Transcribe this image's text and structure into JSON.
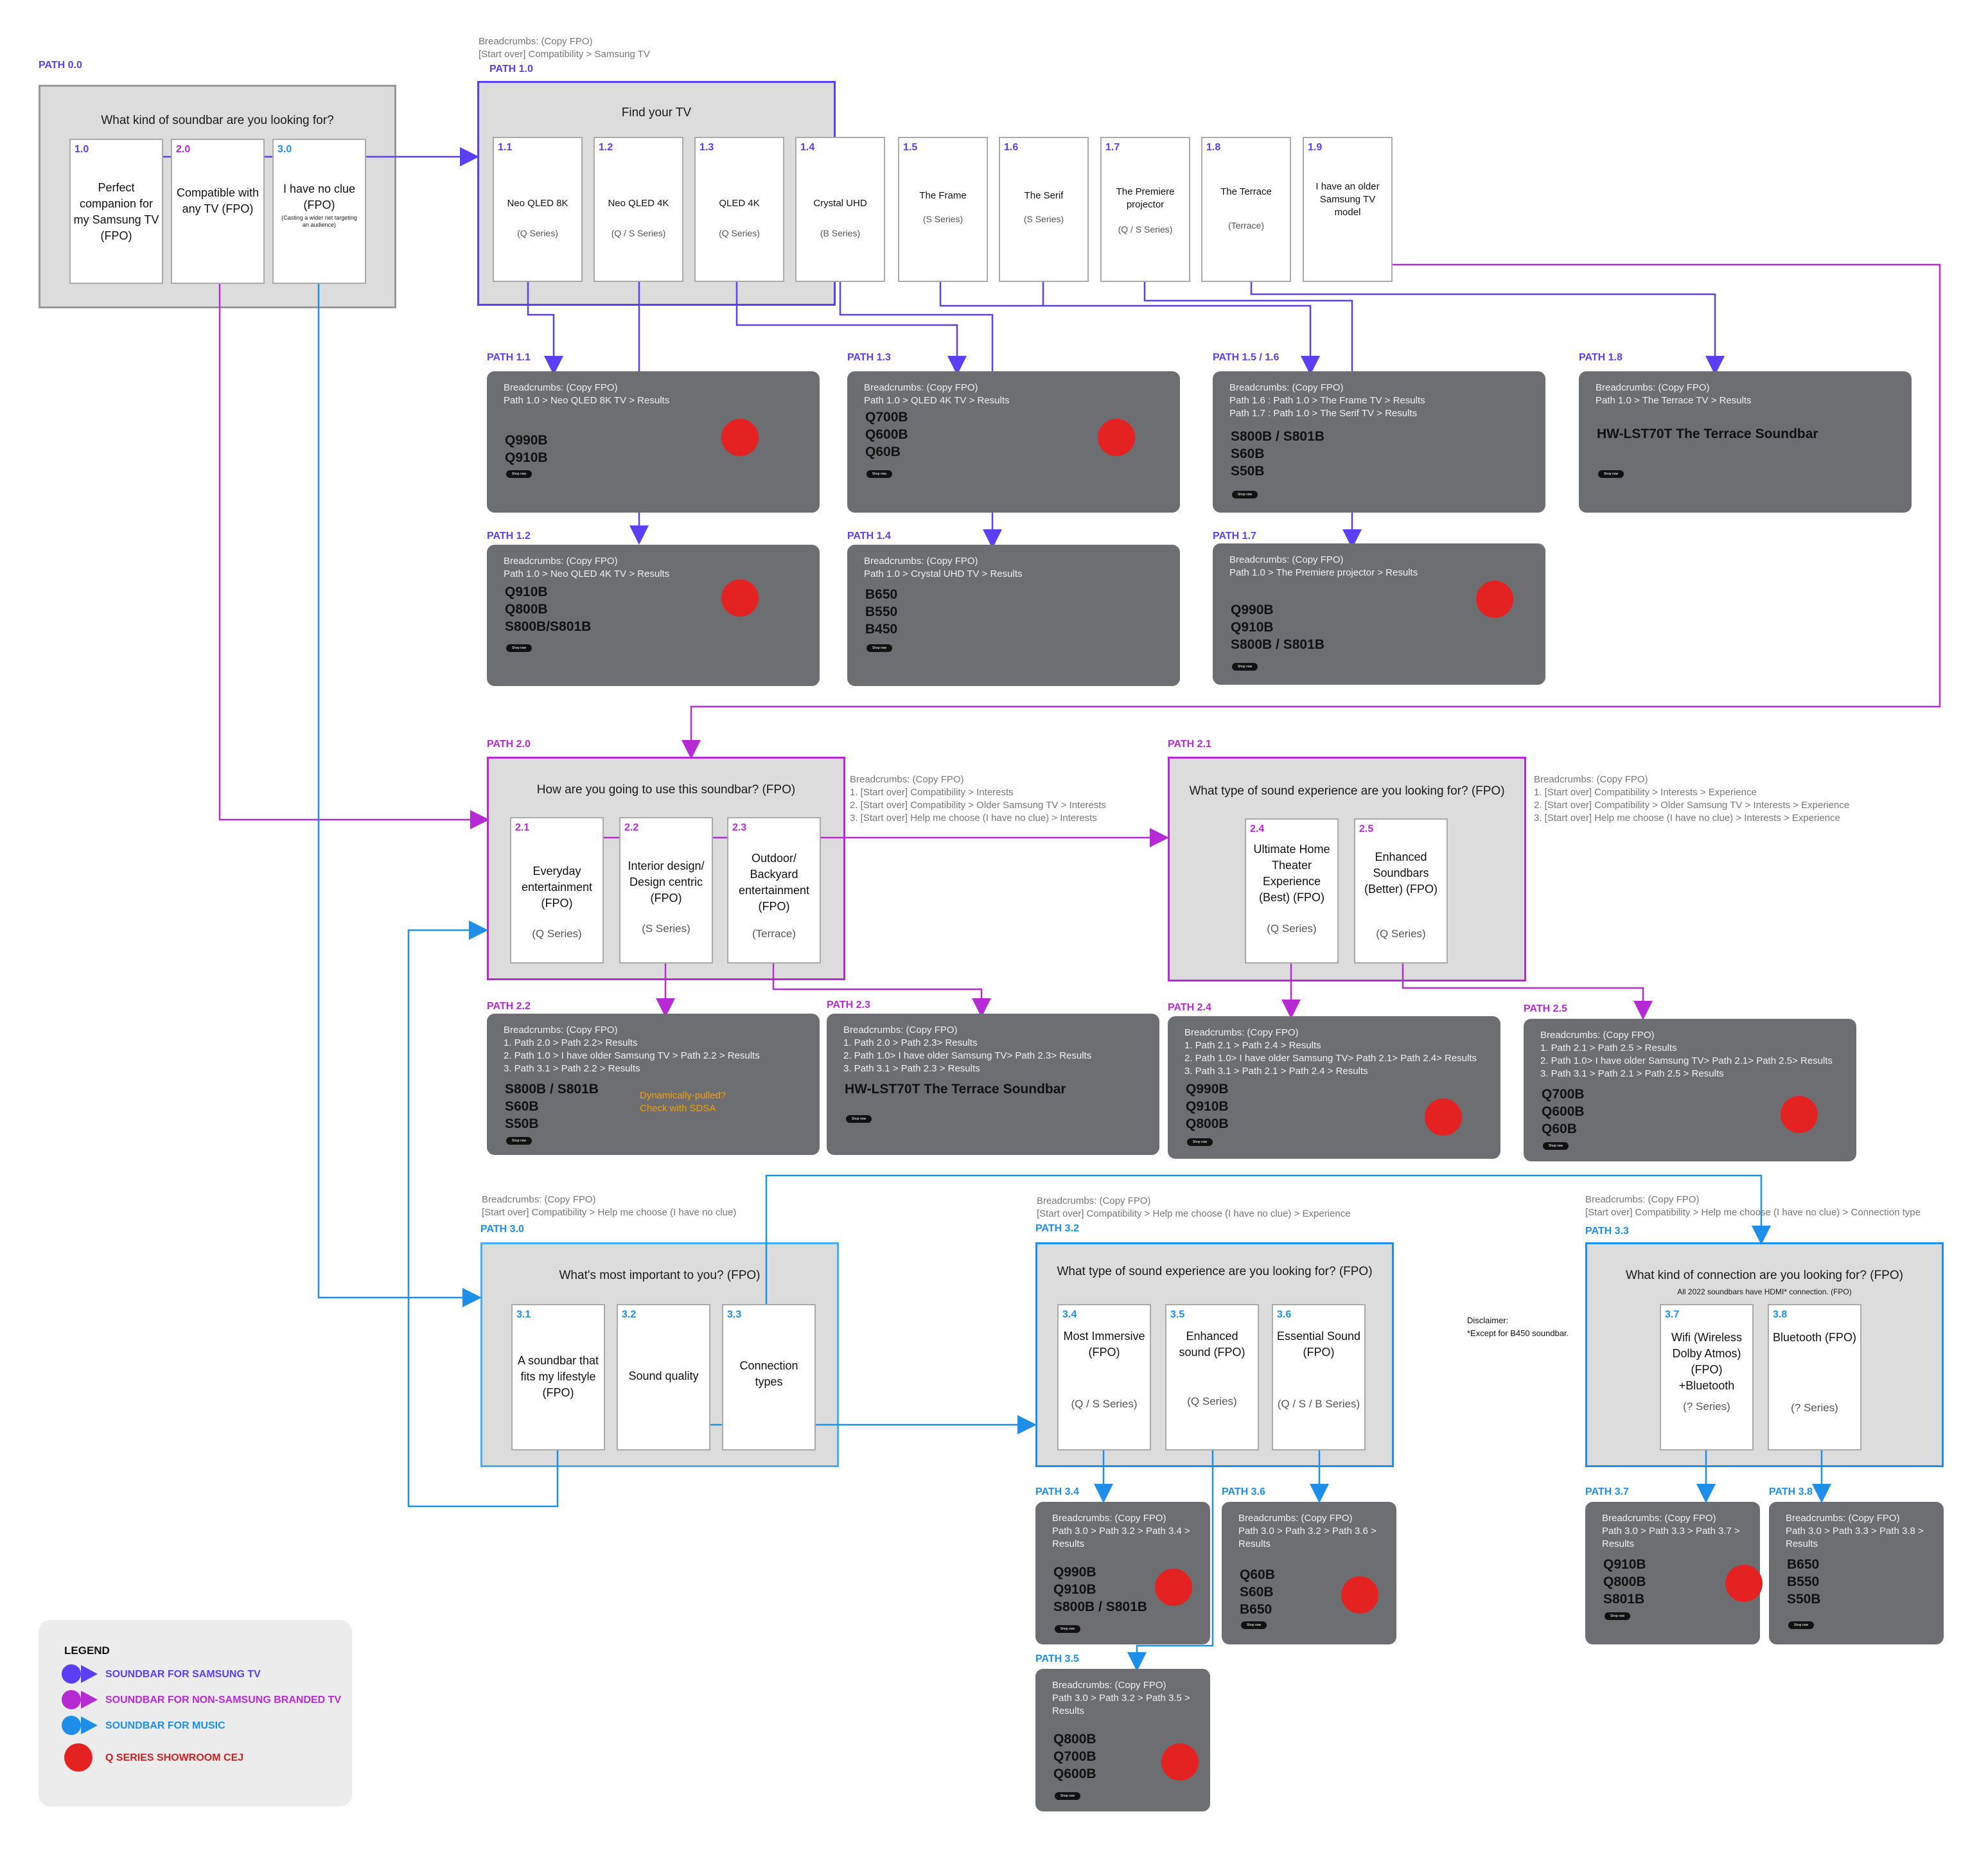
{
  "page_label": "PATH 0.0",
  "q0": {
    "title": "What kind of soundbar are you looking for?",
    "cards": [
      {
        "num": "1.0",
        "label": "Perfect companion for my Samsung TV (FPO)"
      },
      {
        "num": "2.0",
        "label": "Compatible with any TV (FPO)"
      },
      {
        "num": "3.0",
        "label": "I have no clue (FPO)",
        "note": "(Casting a wider net targeting an audience)"
      }
    ]
  },
  "q1": {
    "crumb1": "Breadcrumbs: (Copy FPO)",
    "crumb2": "[Start over] Compatibility > Samsung TV",
    "path": "PATH 1.0",
    "title": "Find your TV",
    "cards": [
      {
        "num": "1.1",
        "label": "Neo QLED 8K",
        "sub": "(Q Series)"
      },
      {
        "num": "1.2",
        "label": "Neo QLED 4K",
        "sub": "(Q / S Series)"
      },
      {
        "num": "1.3",
        "label": "QLED 4K",
        "sub": "(Q Series)"
      },
      {
        "num": "1.4",
        "label": "Crystal UHD",
        "sub": "(B Series)"
      },
      {
        "num": "1.5",
        "label": "The Frame",
        "sub": "(S Series)"
      },
      {
        "num": "1.6",
        "label": "The Serif",
        "sub": "(S Series)"
      },
      {
        "num": "1.7",
        "label": "The Premiere projector",
        "sub": "(Q / S Series)"
      },
      {
        "num": "1.8",
        "label": "The Terrace",
        "sub": "(Terrace)"
      },
      {
        "num": "1.9",
        "label": "I have an older Samsung TV model",
        "sub": ""
      }
    ]
  },
  "results": [
    {
      "path": "PATH 1.1",
      "bc": [
        "Breadcrumbs: (Copy FPO)",
        "Path 1.0 > Neo QLED 8K TV > Results"
      ],
      "products": [
        "Q990B",
        "Q910B"
      ],
      "dot": true
    },
    {
      "path": "PATH 1.3",
      "bc": [
        "Breadcrumbs: (Copy FPO)",
        "Path 1.0 > QLED 4K TV > Results"
      ],
      "products": [
        "Q700B",
        "Q600B",
        "Q60B"
      ],
      "dot": true
    },
    {
      "path": "PATH 1.5 / 1.6",
      "bc": [
        "Breadcrumbs: (Copy FPO)",
        "Path 1.6 : Path 1.0 > The Frame TV > Results",
        "Path 1.7 : Path 1.0 > The Serif TV > Results"
      ],
      "products": [
        "S800B / S801B",
        "S60B",
        "S50B"
      ],
      "dot": false
    },
    {
      "path": "PATH 1.8",
      "bc": [
        "Breadcrumbs: (Copy FPO)",
        "Path 1.0 > The Terrace TV > Results"
      ],
      "products": [
        "HW-LST70T The Terrace Soundbar"
      ],
      "dot": false
    },
    {
      "path": "PATH 1.2",
      "bc": [
        "Breadcrumbs: (Copy FPO)",
        "Path 1.0 > Neo QLED 4K TV > Results"
      ],
      "products": [
        "Q910B",
        "Q800B",
        "S800B/S801B"
      ],
      "dot": true
    },
    {
      "path": "PATH 1.4",
      "bc": [
        "Breadcrumbs: (Copy FPO)",
        "Path 1.0 > Crystal UHD TV > Results"
      ],
      "products": [
        "B650",
        "B550",
        "B450"
      ],
      "dot": false
    },
    {
      "path": "PATH 1.7",
      "bc": [
        "Breadcrumbs: (Copy FPO)",
        "Path 1.0 > The Premiere projector > Results"
      ],
      "products": [
        "Q990B",
        "Q910B",
        "S800B / S801B"
      ],
      "dot": true
    },
    {
      "path": "PATH 2.2",
      "bc": [
        "Breadcrumbs: (Copy FPO)",
        "1. Path 2.0 > Path 2.2> Results",
        "2. Path 1.0 > I have older Samsung TV > Path 2.2 > Results",
        "3. Path 3.1 > Path 2.2 > Results"
      ],
      "products": [
        "S800B / S801B",
        "S60B",
        "S50B"
      ],
      "dot": false
    },
    {
      "path": "PATH 2.3",
      "bc": [
        "Breadcrumbs: (Copy FPO)",
        "1. Path 2.0 > Path 2.3> Results",
        "2. Path 1.0> I have older Samsung TV> Path 2.3> Results",
        "3. Path 3.1 > Path 2.3 > Results"
      ],
      "products": [
        "HW-LST70T The Terrace Soundbar"
      ],
      "dot": false
    },
    {
      "path": "PATH 2.4",
      "bc": [
        "Breadcrumbs: (Copy FPO)",
        "1. Path 2.1 > Path 2.4 > Results",
        "2. Path 1.0> I have older Samsung TV> Path 2.1> Path 2.4> Results",
        "3. Path 3.1 > Path 2.1 > Path 2.4 > Results"
      ],
      "products": [
        "Q990B",
        "Q910B",
        "Q800B"
      ],
      "dot": true
    },
    {
      "path": "PATH 2.5",
      "bc": [
        "Breadcrumbs: (Copy FPO)",
        "1. Path 2.1 > Path 2.5 > Results",
        "2. Path 1.0> I have older Samsung TV> Path 2.1> Path 2.5> Results",
        "3. Path 3.1 > Path 2.1 > Path 2.5 > Results"
      ],
      "products": [
        "Q700B",
        "Q600B",
        "Q60B"
      ],
      "dot": true
    },
    {
      "path": "PATH 3.4",
      "bc": [
        "Breadcrumbs: (Copy FPO)",
        "Path 3.0 > Path 3.2 > Path 3.4 >",
        "Results"
      ],
      "products": [
        "Q990B",
        "Q910B",
        "S800B / S801B"
      ],
      "dot": true
    },
    {
      "path": "PATH 3.6",
      "bc": [
        "Breadcrumbs: (Copy FPO)",
        "Path 3.0 > Path 3.2 > Path 3.6 >",
        "Results"
      ],
      "products": [
        "Q60B",
        "S60B",
        "B650"
      ],
      "dot": true
    },
    {
      "path": "PATH 3.7",
      "bc": [
        "Breadcrumbs: (Copy FPO)",
        "Path 3.0 > Path 3.3 > Path 3.7 >",
        "Results"
      ],
      "products": [
        "Q910B",
        "Q800B",
        "S801B"
      ],
      "dot": true
    },
    {
      "path": "PATH 3.8",
      "bc": [
        "Breadcrumbs: (Copy FPO)",
        "Path 3.0 > Path 3.3 > Path 3.8 >",
        "Results"
      ],
      "products": [
        "B650",
        "B550",
        "S50B"
      ],
      "dot": false
    },
    {
      "path": "PATH 3.5",
      "bc": [
        "Breadcrumbs: (Copy FPO)",
        "Path 3.0 > Path 3.2 > Path 3.5 >",
        "Results"
      ],
      "products": [
        "Q800B",
        "Q700B",
        "Q600B"
      ],
      "dot": true
    }
  ],
  "dynamic_note": [
    "Dynamically-pulled?",
    "Check with SDSA"
  ],
  "shop_label": "Shop now",
  "q20": {
    "path": "PATH 2.0",
    "title": "How are you going to use this soundbar? (FPO)",
    "ann": [
      "Breadcrumbs: (Copy FPO)",
      "1. [Start over] Compatibility > Interests",
      "2. [Start over] Compatibility > Older Samsung TV > Interests",
      "3. [Start over] Help me choose (I have no clue) > Interests"
    ],
    "cards": [
      {
        "num": "2.1",
        "label": "Everyday entertainment (FPO)",
        "sub": "(Q Series)"
      },
      {
        "num": "2.2",
        "label": "Interior design/ Design centric (FPO)",
        "sub": "(S Series)"
      },
      {
        "num": "2.3",
        "label": "Outdoor/ Backyard entertainment (FPO)",
        "sub": "(Terrace)"
      }
    ]
  },
  "q21": {
    "path": "PATH 2.1",
    "title": "What type of sound experience are you looking for? (FPO)",
    "ann": [
      "Breadcrumbs: (Copy FPO)",
      "1. [Start over] Compatibility > Interests > Experience",
      "2. [Start over] Compatibility > Older Samsung TV > Interests > Experience",
      "3. [Start over] Help me choose (I have no clue) > Interests > Experience"
    ],
    "cards": [
      {
        "num": "2.4",
        "label": "Ultimate Home Theater Experience (Best) (FPO)",
        "sub": "(Q Series)"
      },
      {
        "num": "2.5",
        "label": "Enhanced Soundbars (Better) (FPO)",
        "sub": "(Q Series)"
      }
    ]
  },
  "q30": {
    "crumb1": "Breadcrumbs: (Copy FPO)",
    "crumb2": "[Start over] Compatibility > Help me choose (I have no clue)",
    "path": "PATH 3.0",
    "title": "What's most important to you? (FPO)",
    "cards": [
      {
        "num": "3.1",
        "label": "A soundbar that fits my lifestyle (FPO)"
      },
      {
        "num": "3.2",
        "label": "Sound quality"
      },
      {
        "num": "3.3",
        "label": "Connection types"
      }
    ]
  },
  "q32": {
    "crumb1": "Breadcrumbs: (Copy FPO)",
    "crumb2": "[Start over] Compatibility > Help me choose (I have no clue) > Experience",
    "path": "PATH 3.2",
    "title": "What type of sound experience are you looking for? (FPO)",
    "cards": [
      {
        "num": "3.4",
        "label": "Most Immersive (FPO)",
        "sub": "(Q / S Series)"
      },
      {
        "num": "3.5",
        "label": "Enhanced sound (FPO)",
        "sub": "(Q Series)"
      },
      {
        "num": "3.6",
        "label": "Essential Sound (FPO)",
        "sub": "(Q / S / B Series)"
      }
    ]
  },
  "q33": {
    "crumb1": "Breadcrumbs: (Copy FPO)",
    "crumb2": "[Start over] Compatibility > Help me choose (I have no clue) > Connection type",
    "path": "PATH 3.3",
    "title": "What kind of connection are you looking for? (FPO)",
    "subtitle": "All 2022 soundbars have HDMI* connection. (FPO)",
    "cards": [
      {
        "num": "3.7",
        "label": "Wifi (Wireless Dolby Atmos) (FPO) +Bluetooth",
        "sub": "(? Series)"
      },
      {
        "num": "3.8",
        "label": "Bluetooth (FPO)",
        "sub": "(? Series)"
      }
    ]
  },
  "disclaimer": [
    "Disclaimer:",
    "*Except for B450 soundbar."
  ],
  "legend": {
    "title": "LEGEND",
    "items": [
      {
        "label": "SOUNDBAR FOR SAMSUNG TV",
        "color": "#5a3ff5"
      },
      {
        "label": "SOUNDBAR FOR NON-SAMSUNG BRANDED TV",
        "color": "#b62ad4"
      },
      {
        "label": "SOUNDBAR FOR MUSIC",
        "color": "#1e8ee8"
      },
      {
        "label": "Q SERIES SHOWROOM CEJ",
        "color": "#e52222"
      }
    ]
  },
  "colors": {
    "samsung_tv": "#5a3ff5",
    "non_samsung_tv": "#b62ad4",
    "music": "#1e8ee8",
    "q_series_showroom": "#e52222",
    "result_card": "#6d6e72",
    "question_frame": "#dcdcdc"
  }
}
